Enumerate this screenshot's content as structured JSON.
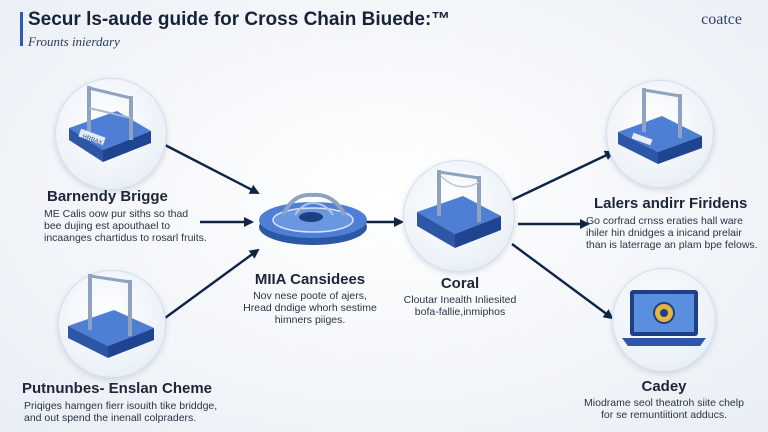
{
  "header": {
    "title": "Secur ls-aude guide for Cross Chain Biuede:™",
    "subtitle": "Frounts inierdary",
    "brand": "coatce"
  },
  "nodes": {
    "left_top": {
      "title": "Barnendy Brigge",
      "lines": [
        "ME Calis oow pur siths so thad",
        "bee dujing est apouthael to",
        "incaanges chartidus to rosarl fruits."
      ],
      "sign_text": "HRBAX"
    },
    "left_bottom": {
      "title": "Putnunbes- Enslan Cheme",
      "lines": [
        "Priqiges hamgen fierr isouith tike briddge,",
        "and out spend the inenall colpraders."
      ]
    },
    "hub": {
      "title": "MIIA Cansidees",
      "lines": [
        "Nov nese poote of ajers,",
        "Hread dndige whorh sestime",
        "himners piiges."
      ]
    },
    "center_right": {
      "title": "Coral",
      "lines": [
        "Cloutar Inealth Inliesited",
        "bofa-fallie,inmiphos"
      ]
    },
    "right_top": {
      "title": "Lalers andirr Firidens",
      "lines": [
        "Go corfrad crnss eraties hall ware",
        "ihiler hin dnidges a inicand prelair",
        "than is laterrage an plam bpe felows."
      ]
    },
    "right_bottom": {
      "title": "Cadey",
      "lines": [
        "Miodrame seol theatroh siite chelp",
        "for se remuntiitiont adducs."
      ]
    }
  },
  "colors": {
    "accent": "#2b5ab5",
    "arrow": "#0f2547",
    "platform_top": "#4f7fd4",
    "platform_side": "#2c56a6"
  },
  "icons": [
    "bridge-tower-icon",
    "round-hub-icon",
    "laptop-icon"
  ]
}
